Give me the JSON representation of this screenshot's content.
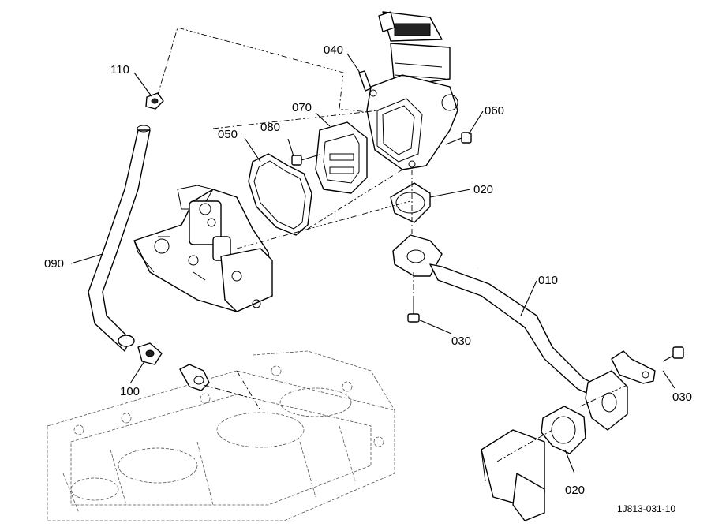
{
  "callouts": [
    {
      "id": "c010",
      "text": "010"
    },
    {
      "id": "c020a",
      "text": "020"
    },
    {
      "id": "c020b",
      "text": "020"
    },
    {
      "id": "c030a",
      "text": "030"
    },
    {
      "id": "c030b",
      "text": "030"
    },
    {
      "id": "c040",
      "text": "040"
    },
    {
      "id": "c050",
      "text": "050"
    },
    {
      "id": "c060",
      "text": "060"
    },
    {
      "id": "c070",
      "text": "070"
    },
    {
      "id": "c080",
      "text": "080"
    },
    {
      "id": "c090",
      "text": "090"
    },
    {
      "id": "c100",
      "text": "100"
    },
    {
      "id": "c110",
      "text": "110"
    }
  ],
  "drawing_ref": "1J813-031-10"
}
